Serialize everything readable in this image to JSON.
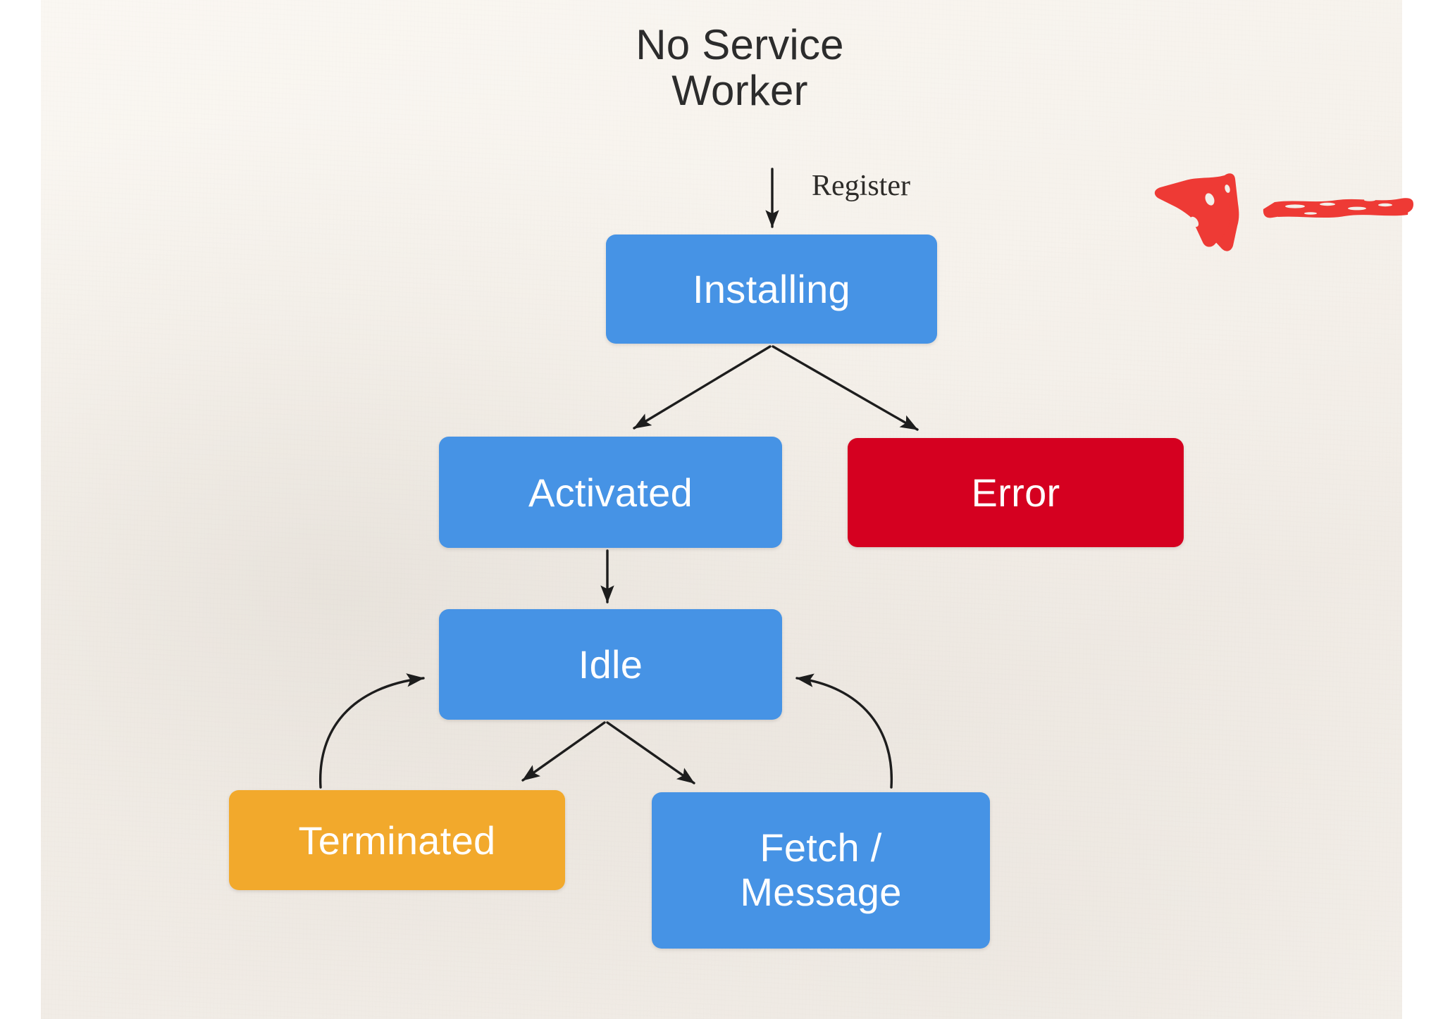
{
  "slide": {
    "headline": "No Service\nWorker",
    "background_color": "#f6f2ec",
    "page_background_color": "#ffffff"
  },
  "palette": {
    "blue": "#4693e5",
    "red": "#d50020",
    "orange": "#f2a92c",
    "annotation_red": "#ee3a35",
    "text_dark": "#2c2c2c",
    "node_text": "#ffffff",
    "edge_stroke": "#222222"
  },
  "nodes": [
    {
      "id": "installing",
      "label": "Installing",
      "color": "#4693e5"
    },
    {
      "id": "activated",
      "label": "Activated",
      "color": "#4693e5"
    },
    {
      "id": "error",
      "label": "Error",
      "color": "#d50020"
    },
    {
      "id": "idle",
      "label": "Idle",
      "color": "#4693e5"
    },
    {
      "id": "terminated",
      "label": "Terminated",
      "color": "#f2a92c"
    },
    {
      "id": "fetch_message",
      "label": "Fetch /\nMessage",
      "color": "#4693e5"
    }
  ],
  "edges": [
    {
      "from": "no_service_worker",
      "to": "installing",
      "label": "Register",
      "style": "straight"
    },
    {
      "from": "installing",
      "to": "activated",
      "label": "",
      "style": "straight"
    },
    {
      "from": "installing",
      "to": "error",
      "label": "",
      "style": "straight"
    },
    {
      "from": "activated",
      "to": "idle",
      "label": "",
      "style": "straight"
    },
    {
      "from": "idle",
      "to": "terminated",
      "label": "",
      "style": "straight"
    },
    {
      "from": "idle",
      "to": "fetch_message",
      "label": "",
      "style": "straight"
    },
    {
      "from": "terminated",
      "to": "idle",
      "label": "",
      "style": "curved"
    },
    {
      "from": "fetch_message",
      "to": "idle",
      "label": "",
      "style": "curved"
    }
  ],
  "annotation": {
    "type": "arrow-left-icon",
    "color": "#ee3a35",
    "description": "hand-drawn red arrow pointing left"
  }
}
